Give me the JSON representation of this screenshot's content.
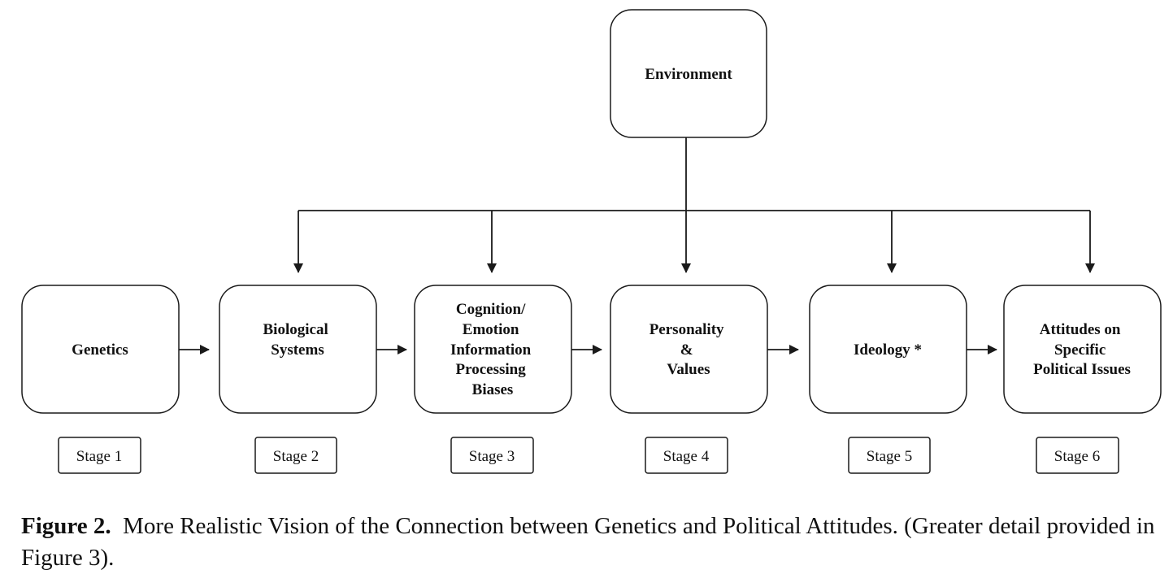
{
  "diagram": {
    "nodes": [
      {
        "id": "environment",
        "lines": [
          "Environment"
        ]
      },
      {
        "id": "genetics",
        "lines": [
          "Genetics"
        ]
      },
      {
        "id": "biological-systems",
        "lines": [
          "Biological",
          "Systems"
        ]
      },
      {
        "id": "cognition-emotion",
        "lines": [
          "Cognition/",
          "Emotion",
          "Information",
          "Processing",
          "Biases"
        ]
      },
      {
        "id": "personality-values",
        "lines": [
          "Personality",
          "&",
          "Values"
        ]
      },
      {
        "id": "ideology",
        "lines": [
          "Ideology *"
        ]
      },
      {
        "id": "attitudes",
        "lines": [
          "Attitudes on",
          "Specific",
          "Political Issues"
        ]
      }
    ],
    "stages": [
      "Stage 1",
      "Stage 2",
      "Stage 3",
      "Stage 4",
      "Stage 5",
      "Stage 6"
    ],
    "edges": [
      {
        "from": "genetics",
        "to": "biological-systems"
      },
      {
        "from": "biological-systems",
        "to": "cognition-emotion"
      },
      {
        "from": "cognition-emotion",
        "to": "personality-values"
      },
      {
        "from": "personality-values",
        "to": "ideology"
      },
      {
        "from": "ideology",
        "to": "attitudes"
      },
      {
        "from": "environment",
        "to": "biological-systems"
      },
      {
        "from": "environment",
        "to": "cognition-emotion"
      },
      {
        "from": "environment",
        "to": "personality-values"
      },
      {
        "from": "environment",
        "to": "ideology"
      },
      {
        "from": "environment",
        "to": "attitudes"
      }
    ]
  },
  "caption": {
    "label": "Figure 2.",
    "text": "More Realistic Vision of the Connection between Genetics and Political Attitudes. (Greater detail provided in Figure 3)."
  },
  "colors": {
    "stroke": "#1a1a1a",
    "text": "#111111",
    "background": "#ffffff"
  }
}
